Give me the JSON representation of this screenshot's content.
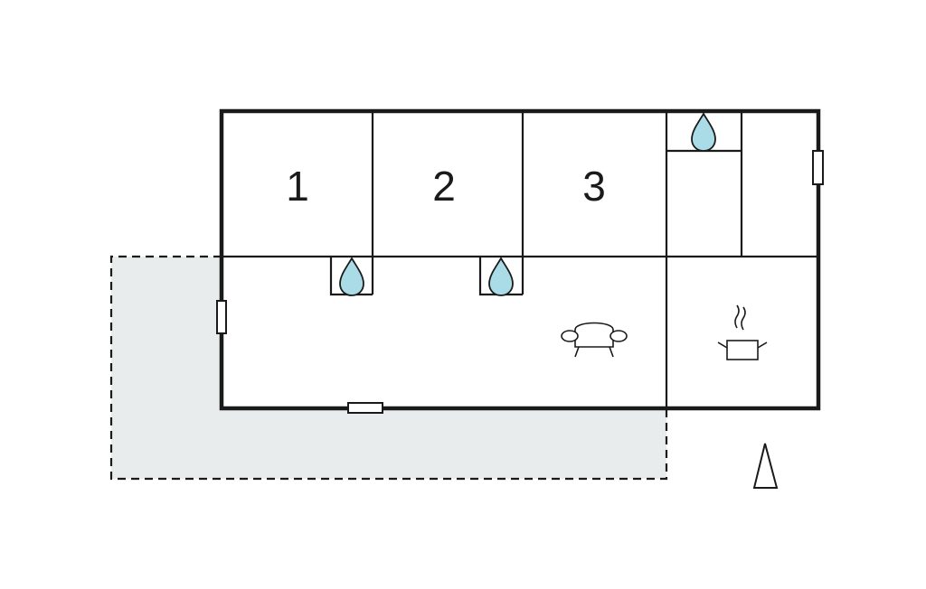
{
  "floorplan": {
    "rooms": [
      {
        "label": "1"
      },
      {
        "label": "2"
      },
      {
        "label": "3"
      }
    ],
    "icons": {
      "bathroom": "water-drop-icon",
      "living_room": "sofa-icon",
      "kitchen": "cooking-pot-icon",
      "orientation": "north-arrow-icon"
    },
    "colors": {
      "wall": "#1a1a1a",
      "terrace_fill": "#e9ecec",
      "water_drop": "#a9dce6"
    }
  }
}
